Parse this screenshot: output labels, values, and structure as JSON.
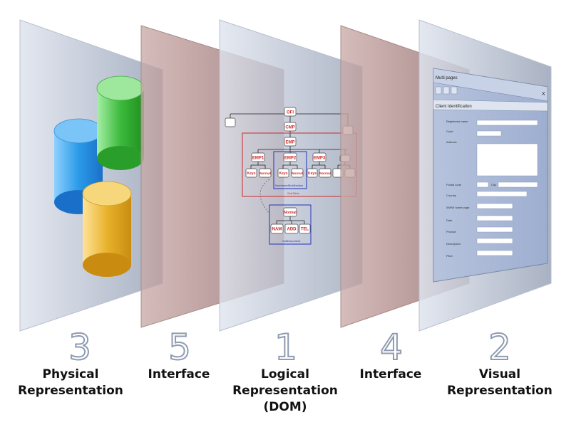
{
  "layers": [
    {
      "number": "3",
      "caption": "Physical\nRepresentation"
    },
    {
      "number": "5",
      "caption": "Interface"
    },
    {
      "number": "1",
      "caption": "Logical\nRepresentation\n(DOM)"
    },
    {
      "number": "4",
      "caption": "Interface"
    },
    {
      "number": "2",
      "caption": "Visual\nRepresentation"
    }
  ],
  "tree": {
    "root": "OFI",
    "cmp": "CMP",
    "emp": "EMP",
    "emp1": "EMP1",
    "emp2": "EMP2",
    "emp3": "EMP3",
    "keys": "Keys",
    "normal": "Normal",
    "inner_label": "NumberedSubSection",
    "outer_label": "SubTable",
    "sub_root": "Normal",
    "nam": "NAM",
    "add": "ADD",
    "tel": "TEL",
    "sub_label": "SubDocument"
  },
  "form": {
    "window_title": "Multi pages",
    "close": "X",
    "section": "Client Identification",
    "labels": {
      "registered_name": "Registered name",
      "code": "Code",
      "address": "Address",
      "postal_code": "Postal code",
      "city": "City",
      "country": "Country",
      "www_home_page": "WWW home page",
      "date": "Date",
      "product": "Product",
      "description": "Description",
      "pitch": "Pitch"
    }
  },
  "colors": {
    "glass_blue": "#c3cbdb",
    "glass_red": "#a07a7a",
    "cyl_blue": "#2b9be8",
    "cyl_green": "#3cba3c",
    "cyl_yellow": "#e0a820",
    "tree_red": "#cc2a2a",
    "tree_blue": "#2233bb",
    "form_bg": "#a9b7d4"
  }
}
